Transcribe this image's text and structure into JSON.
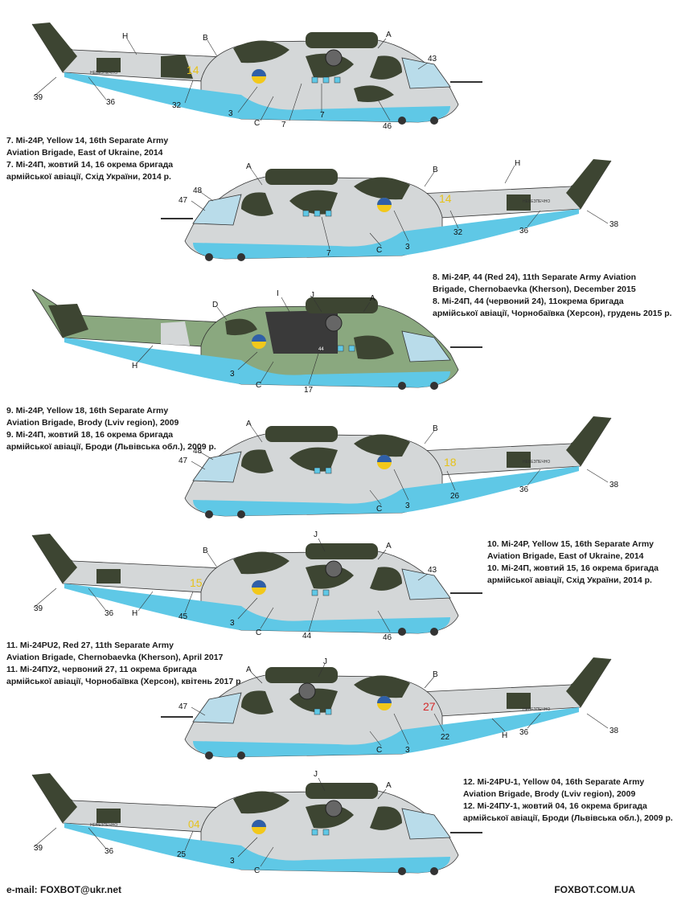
{
  "captions": [
    {
      "en1": "7. Mi-24P, Yellow 14, 16th Separate Army",
      "en2": "Aviation Brigade, East of Ukraine, 2014",
      "ua1": "7. Мі-24П, жовтий 14, 16 окрема бригада",
      "ua2": "армійської авіації, Схід України, 2014 р."
    },
    {
      "en1": "8. Mi-24P, 44 (Red 24), 11th Separate Army Aviation",
      "en2": "Brigade, Chernobaevka (Kherson), December 2015",
      "ua1": "8. Мі-24П, 44 (червоний 24), 11окрема бригада",
      "ua2": "армійської авіації, Чорнобаївка (Херсон), грудень 2015 р."
    },
    {
      "en1": "9. Mi-24P, Yellow 18, 16th Separate Army",
      "en2": "Aviation Brigade, Brody (Lviv region), 2009",
      "ua1": "9. Мі-24П, жовтий 18, 16 окрема бригада",
      "ua2": "армійської авіації, Броди (Львівська обл.), 2009 р."
    },
    {
      "en1": "10. Mi-24P, Yellow 15, 16th Separate Army",
      "en2": "Aviation Brigade, East of Ukraine, 2014",
      "ua1": "10. Мі-24П, жовтий 15, 16 окрема бригада",
      "ua2": "армійської авіації, Схід України, 2014 р."
    },
    {
      "en1": "11. Mi-24PU2, Red 27, 11th Separate Army",
      "en2": "Aviation Brigade, Chernobaevka (Kherson), April 2017",
      "ua1": "11. Мі-24ПУ2, червоний 27, 11 окрема бригада",
      "ua2": "армійської авіації, Чорнобаївка (Херсон), квітень 2017 р."
    },
    {
      "en1": "12. Mi-24PU-1, Yellow 04, 16th Separate Army",
      "en2": "Aviation Brigade, Brody (Lviv region), 2009",
      "ua1": "12. Мі-24ПУ-1, жовтий 04, 16 окрема бригада",
      "ua2": "армійської авіації, Броди (Львівська обл.), 2009 р."
    }
  ],
  "helis": [
    {
      "code": "14",
      "code_color": "#e6c21a",
      "tail_text": "НЕБЕЗПЕЧНО",
      "labels": {
        "a": "A",
        "b": "B",
        "h": "H",
        "c": "C",
        "n3": "3",
        "n7a": "7",
        "n7b": "7",
        "n32": "32",
        "n36": "36",
        "n39": "39",
        "n43": "43",
        "n46": "46"
      }
    },
    {
      "code": "14",
      "code_color": "#e6c21a",
      "tail_text": "НЕБЕЗПЕЧНО",
      "labels": {
        "a": "A",
        "b": "B",
        "h": "H",
        "c": "C",
        "n3": "3",
        "n7": "7",
        "n32": "32",
        "n36": "36",
        "n38": "38",
        "n47": "47",
        "n48": "48"
      }
    },
    {
      "code": "44",
      "labels": {
        "a": "A",
        "d": "D",
        "i": "I",
        "j": "J",
        "h": "H",
        "c": "C",
        "n3": "3",
        "n17": "17"
      }
    },
    {
      "code": "18",
      "code_color": "#e6c21a",
      "tail_text": "НЕБЕЗПЕЧНО",
      "labels": {
        "a": "A",
        "b": "B",
        "c": "C",
        "n3": "3",
        "n26": "26",
        "n36": "36",
        "n38": "38",
        "n47": "47",
        "n48": "48"
      }
    },
    {
      "code": "15",
      "code_color": "#e6c21a",
      "labels": {
        "a": "A",
        "b": "B",
        "h": "H",
        "j": "J",
        "c": "C",
        "n3": "3",
        "n36": "36",
        "n39": "39",
        "n43": "43",
        "n44": "44",
        "n45": "45",
        "n46": "46"
      }
    },
    {
      "code": "27",
      "code_color": "#d42a2a",
      "tail_text": "НЕБЕЗПЕЧНО",
      "labels": {
        "a": "A",
        "b": "B",
        "h": "H",
        "j": "J",
        "c": "C",
        "n3": "3",
        "n22": "22",
        "n36": "36",
        "n38": "38",
        "n47": "47"
      }
    },
    {
      "code": "04",
      "code_color": "#e6c21a",
      "tail_text": "НЕБЕЗПЕЧНО",
      "labels": {
        "a": "A",
        "j": "J",
        "c": "C",
        "n3": "3",
        "n25": "25",
        "n36": "36",
        "n39": "39"
      }
    }
  ],
  "footer": {
    "email": "e-mail: FOXBOT@ukr.net",
    "site": "FOXBOT.COM.UA"
  },
  "colors": {
    "light_grey": "#d4d7d8",
    "dark_green": "#3d4532",
    "light_blue": "#5fc8e6",
    "ukr_blue": "#2f5fa8",
    "ukr_yellow": "#f2c81b",
    "green_camo": "#8aa87f"
  }
}
